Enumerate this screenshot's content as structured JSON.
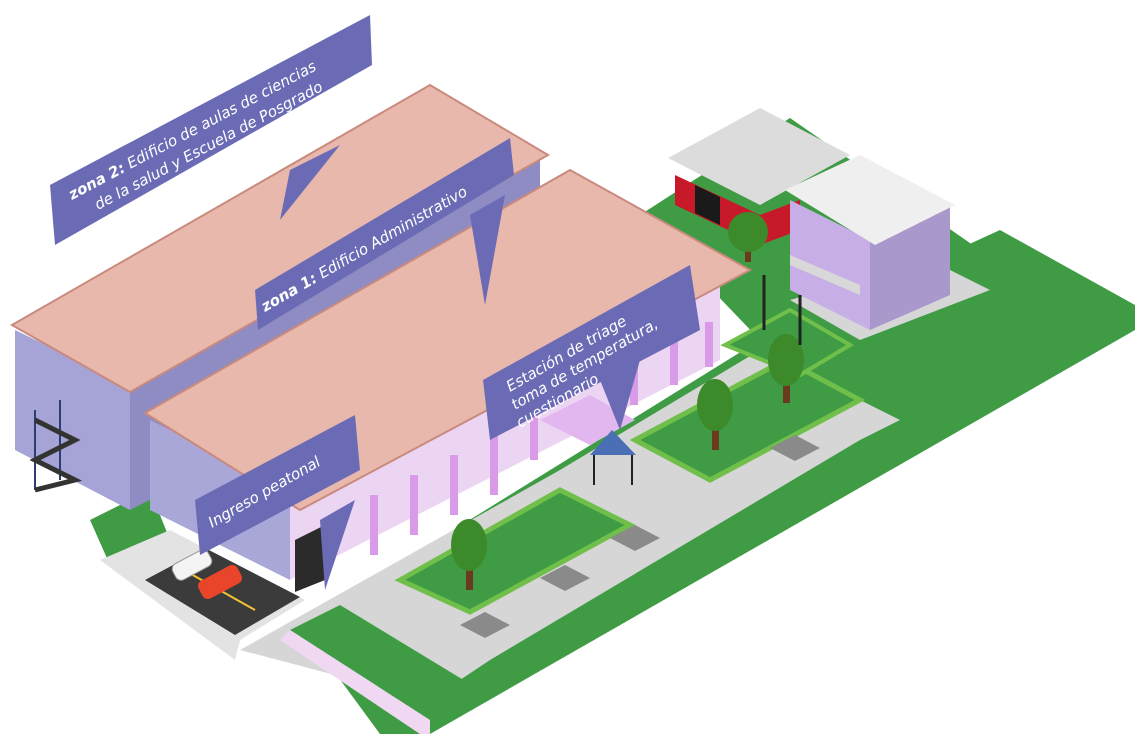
{
  "labels": {
    "zona2": {
      "prefix": "zona 2:",
      "line1": "Edificio de aulas de ciencias",
      "line2": "de la salud y Escuela de Posgrado"
    },
    "zona1": {
      "prefix": "zona 1:",
      "text": "Edificio Administrativo"
    },
    "triage": {
      "line1": "Estación de triage",
      "line2": "toma de temperatura,",
      "line3": "cuestionario"
    },
    "ingreso": {
      "text": "Ingreso peatonal"
    }
  },
  "colors": {
    "label_bg": "#6b6bb5",
    "roof": "#e8b8ad",
    "wall_purple": "#a9a6d8",
    "wall_pink": "#e8c8ef",
    "lawn": "#3e9b44",
    "path": "#d5d5d5",
    "parking": "#3a3a3a",
    "tree": "#3c8a2a"
  }
}
